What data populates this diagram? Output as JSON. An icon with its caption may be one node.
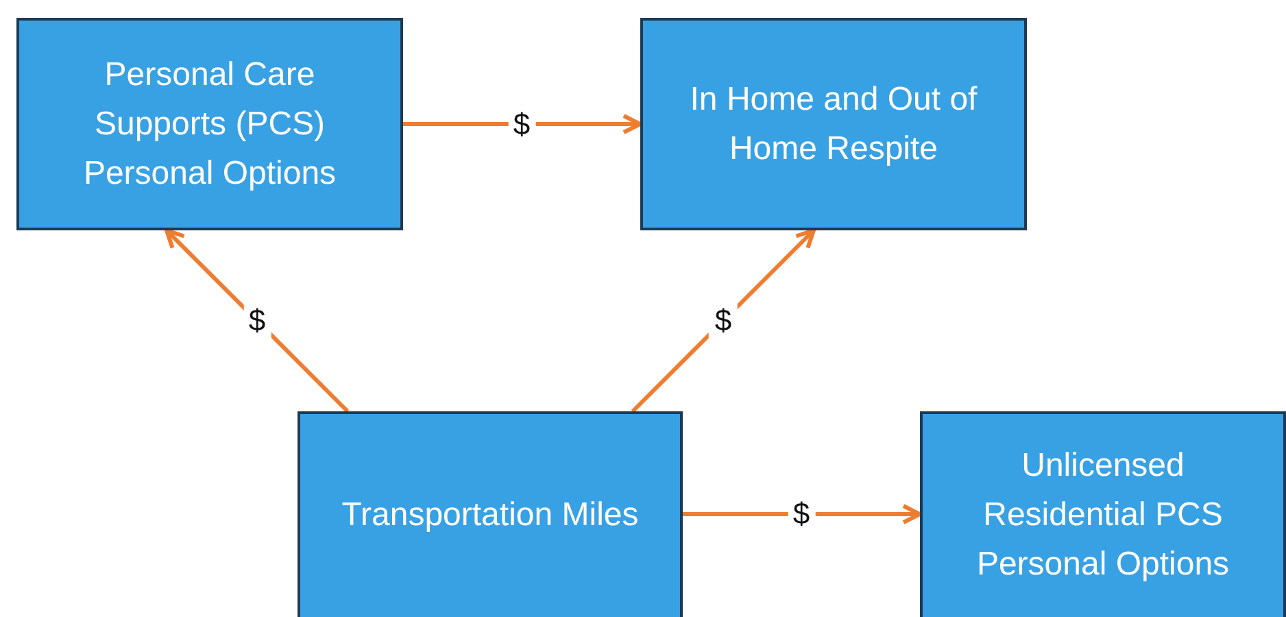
{
  "diagram": {
    "nodes": [
      {
        "text": [
          "Personal Care Supports (PCS) Personal Options"
        ]
      },
      {
        "text": [
          "In Home and Out of Home Respite"
        ]
      },
      {
        "text": [
          "Transportation Miles"
        ]
      },
      {
        "text": [
          "Unlicensed Residential PCS Personal Options"
        ]
      }
    ],
    "edges": [
      {
        "from": 0,
        "to": 1,
        "arrow": "to",
        "label": "$"
      },
      {
        "from": 2,
        "to": 0,
        "arrow": "to",
        "label": "$"
      },
      {
        "from": 2,
        "to": 1,
        "arrow": "to",
        "label": "$"
      },
      {
        "from": 2,
        "to": 3,
        "arrow": "to",
        "label": "$"
      }
    ]
  }
}
